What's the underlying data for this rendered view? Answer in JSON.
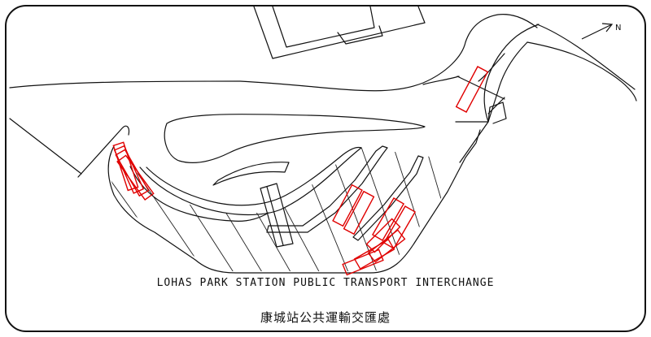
{
  "map": {
    "north_label": "N",
    "caption_en": "LOHAS PARK STATION PUBLIC TRANSPORT INTERCHANGE",
    "caption_zh": "康城站公共運輸交匯處",
    "colors": {
      "line": "#111111",
      "hatch": "#222222",
      "bus_bay": "#e00000",
      "background": "#ffffff"
    }
  }
}
